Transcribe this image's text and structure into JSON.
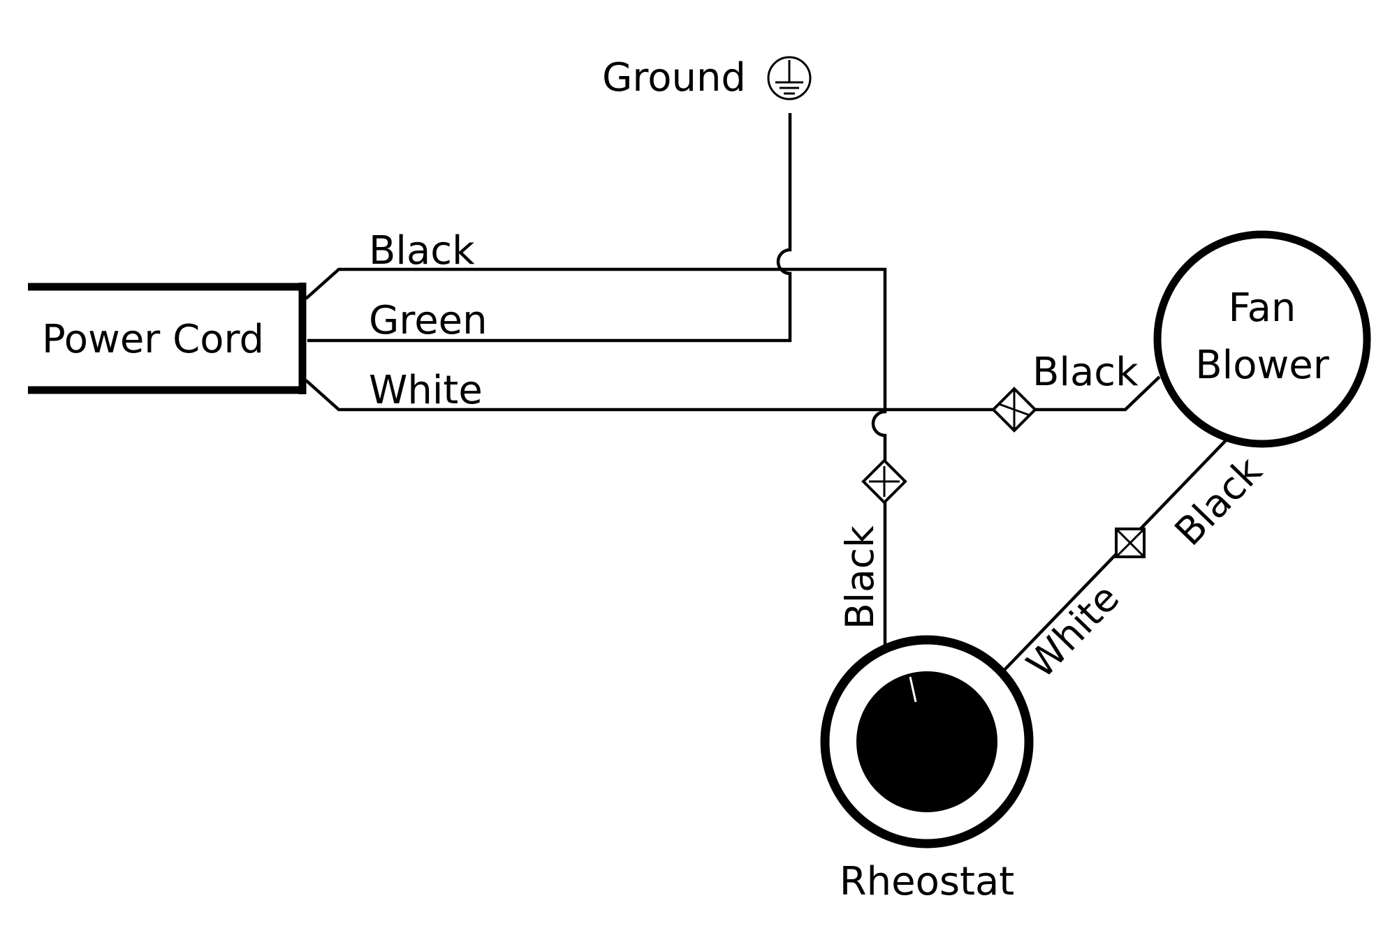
{
  "labels": {
    "ground": "Ground",
    "power_cord": "Power Cord",
    "fan_blower_line1": "Fan",
    "fan_blower_line2": "Blower",
    "rheostat": "Rheostat"
  },
  "wires": {
    "cord_black": "Black",
    "cord_green": "Green",
    "cord_white": "White",
    "fan_black": "Black",
    "rheostat_black": "Black",
    "rheostat_white": "White",
    "fan_rheostat_black": "Black"
  },
  "icons": [
    "ground-symbol-icon",
    "wire-connector-icon",
    "jumper-crossover-icon",
    "rheostat-knob-icon"
  ],
  "colors": {
    "line": "#000000",
    "background": "#ffffff"
  }
}
